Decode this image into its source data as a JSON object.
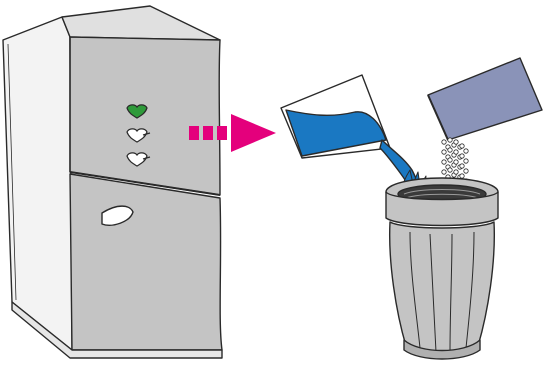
{
  "figure": {
    "kind": "instruction-illustration",
    "steps": [
      "dispenser-indicator-lit",
      "pour-liquid-and-powder-into-filter-housing"
    ]
  },
  "colors": {
    "background": "#ffffff",
    "dispenser_side": "#f3f3f3",
    "dispenser_front": "#c4c4c4",
    "indicator_active": "#2e9a3a",
    "indicator_idle": "#ffffff",
    "arrow": "#e4007c",
    "liquid": "#1a78c2",
    "sachet": "#8a93b8",
    "housing": "#c4c4c4",
    "outline": "#2a2a2a"
  },
  "indicators": [
    {
      "state": "active",
      "icon": "heart-icon"
    },
    {
      "state": "idle",
      "icon": "heart-icon"
    },
    {
      "state": "idle",
      "icon": "heart-icon"
    }
  ],
  "icons": {
    "arrow": "right-arrow-icon",
    "cup": "measuring-cup-icon",
    "sachet": "powder-sachet-icon",
    "housing": "filter-housing-icon"
  }
}
